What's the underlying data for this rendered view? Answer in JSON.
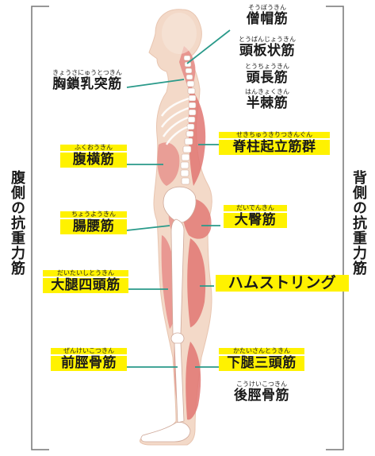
{
  "side_labels": {
    "left": "腹側の抗重力筋",
    "right": "背側の抗重力筋"
  },
  "muscles": {
    "soubokin": {
      "ruby": "そうぼうきん",
      "name": "僧帽筋"
    },
    "touban": {
      "ruby": "とうばんじょうきん",
      "name": "頭板状筋"
    },
    "touchou": {
      "ruby": "とうちょうきん",
      "name": "頭長筋"
    },
    "hankyoku": {
      "ruby": "はんきょくきん",
      "name": "半棘筋"
    },
    "kyousa": {
      "ruby": "きょうさにゅうとつきん",
      "name": "胸鎖乳突筋"
    },
    "sekichu": {
      "ruby": "せきちゅうきりつきんぐん",
      "name": "脊柱起立筋群"
    },
    "fukuou": {
      "ruby": "ふくおうきん",
      "name": "腹横筋"
    },
    "daiden": {
      "ruby": "だいでんきん",
      "name": "大臀筋"
    },
    "chouyou": {
      "ruby": "ちょうようきん",
      "name": "腸腰筋"
    },
    "daitai": {
      "ruby": "だいたいしとうきん",
      "name": "大腿四頭筋"
    },
    "hamstring": {
      "name": "ハムストリング"
    },
    "zenkei": {
      "ruby": "ぜんけいこつきん",
      "name": "前脛骨筋"
    },
    "katai": {
      "ruby": "かたいさんとうきん",
      "name": "下腿三頭筋"
    },
    "koukei": {
      "ruby": "こうけいこつきん",
      "name": "後脛骨筋"
    }
  },
  "colors": {
    "highlight": "#fff200",
    "leader_line": "#2a9a8a",
    "skin": "#f2d6c4",
    "muscle": "#e07a78",
    "bone": "#ffffff"
  }
}
